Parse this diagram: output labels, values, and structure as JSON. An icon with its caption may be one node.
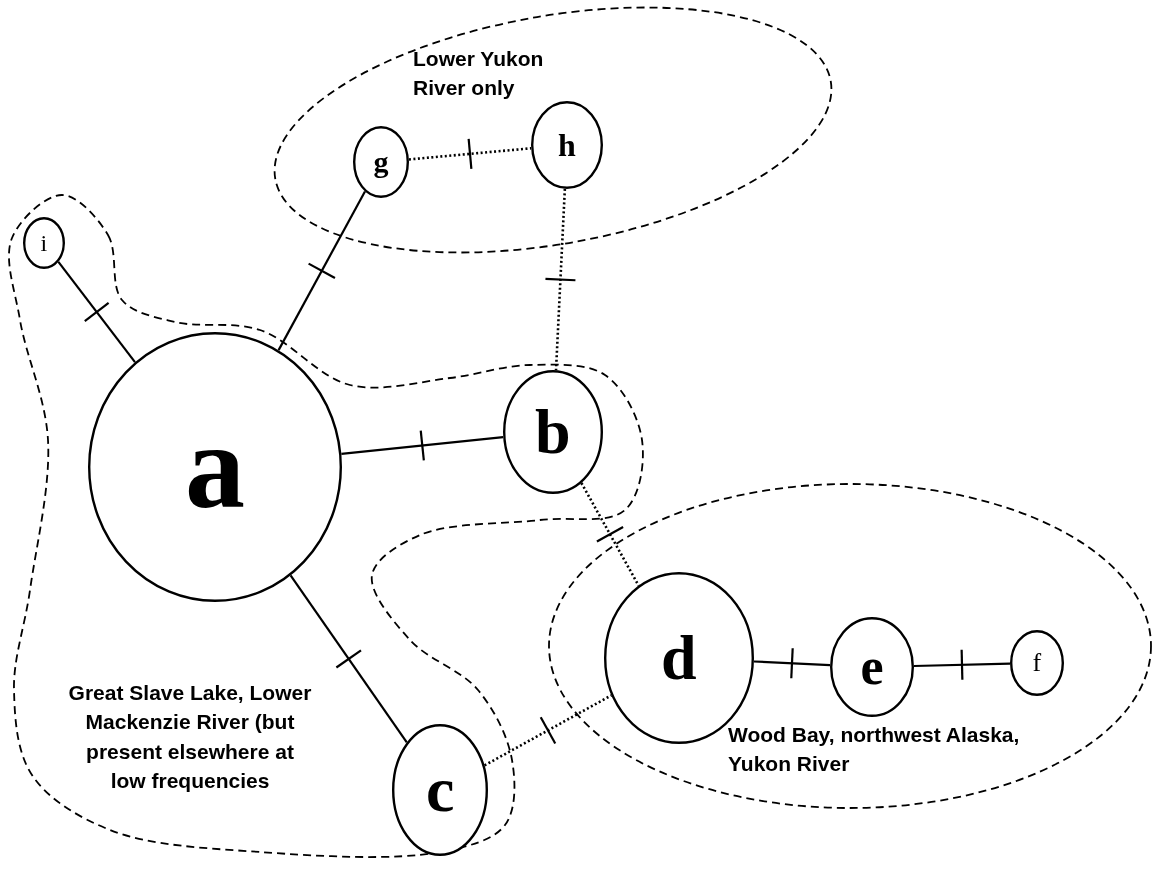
{
  "diagram": {
    "nodes": [
      {
        "text": [
          "Lower Yukon River only"
        ]
      },
      {
        "text": [
          "g"
        ],
        "in": 0
      },
      {
        "text": [
          "h"
        ],
        "in": 0
      },
      {
        "text": [
          "Great Slave Lake, Lower Mackenzie River (but present elsewhere at low frequencies"
        ]
      },
      {
        "text": [
          "i"
        ],
        "in": 3
      },
      {
        "text": [
          "a"
        ],
        "in": 3
      },
      {
        "text": [
          "b"
        ],
        "in": 3
      },
      {
        "text": [
          "c"
        ],
        "in": 3
      },
      {
        "text": [
          "Wood Bay, northwest Alaska, Yukon River"
        ]
      },
      {
        "text": [
          "d"
        ],
        "in": 8
      },
      {
        "text": [
          "e"
        ],
        "in": 8
      },
      {
        "text": [
          "f"
        ],
        "in": 8
      }
    ],
    "edges": [
      {
        "from": 4,
        "to": 5,
        "arrow": "none"
      },
      {
        "from": 5,
        "to": 1,
        "arrow": "none"
      },
      {
        "from": 1,
        "to": 2,
        "arrow": "none",
        "style": "dashed"
      },
      {
        "from": 2,
        "to": 6,
        "arrow": "none",
        "style": "dashed"
      },
      {
        "from": 5,
        "to": 6,
        "arrow": "none"
      },
      {
        "from": 5,
        "to": 7,
        "arrow": "none"
      },
      {
        "from": 6,
        "to": 9,
        "arrow": "none",
        "style": "dashed"
      },
      {
        "from": 7,
        "to": 9,
        "arrow": "none",
        "style": "dashed"
      },
      {
        "from": 9,
        "to": 10,
        "arrow": "none"
      },
      {
        "from": 10,
        "to": 11,
        "arrow": "none"
      }
    ]
  }
}
